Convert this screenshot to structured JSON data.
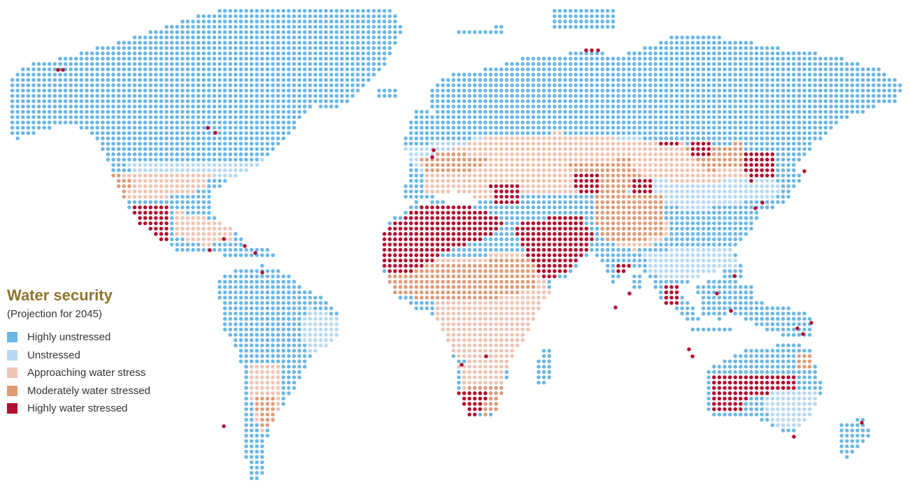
{
  "legend": {
    "title": "Water security",
    "subtitle": "(Projection for 2045)",
    "items": [
      {
        "key": "hu",
        "label": "Highly unstressed",
        "color": "#6cb7e6"
      },
      {
        "key": "u",
        "label": "Unstressed",
        "color": "#b8d8f2"
      },
      {
        "key": "a",
        "label": "Approaching water stress",
        "color": "#eec3b4"
      },
      {
        "key": "m",
        "label": "Moderately water stressed",
        "color": "#de9c78"
      },
      {
        "key": "h",
        "label": "Highly water stressed",
        "color": "#b00f2f"
      }
    ]
  },
  "map_data": {
    "type": "dot-grid choropleth",
    "categories": [
      "Highly unstressed",
      "Unstressed",
      "Approaching water stress",
      "Moderately water stressed",
      "Highly water stressed"
    ]
  }
}
